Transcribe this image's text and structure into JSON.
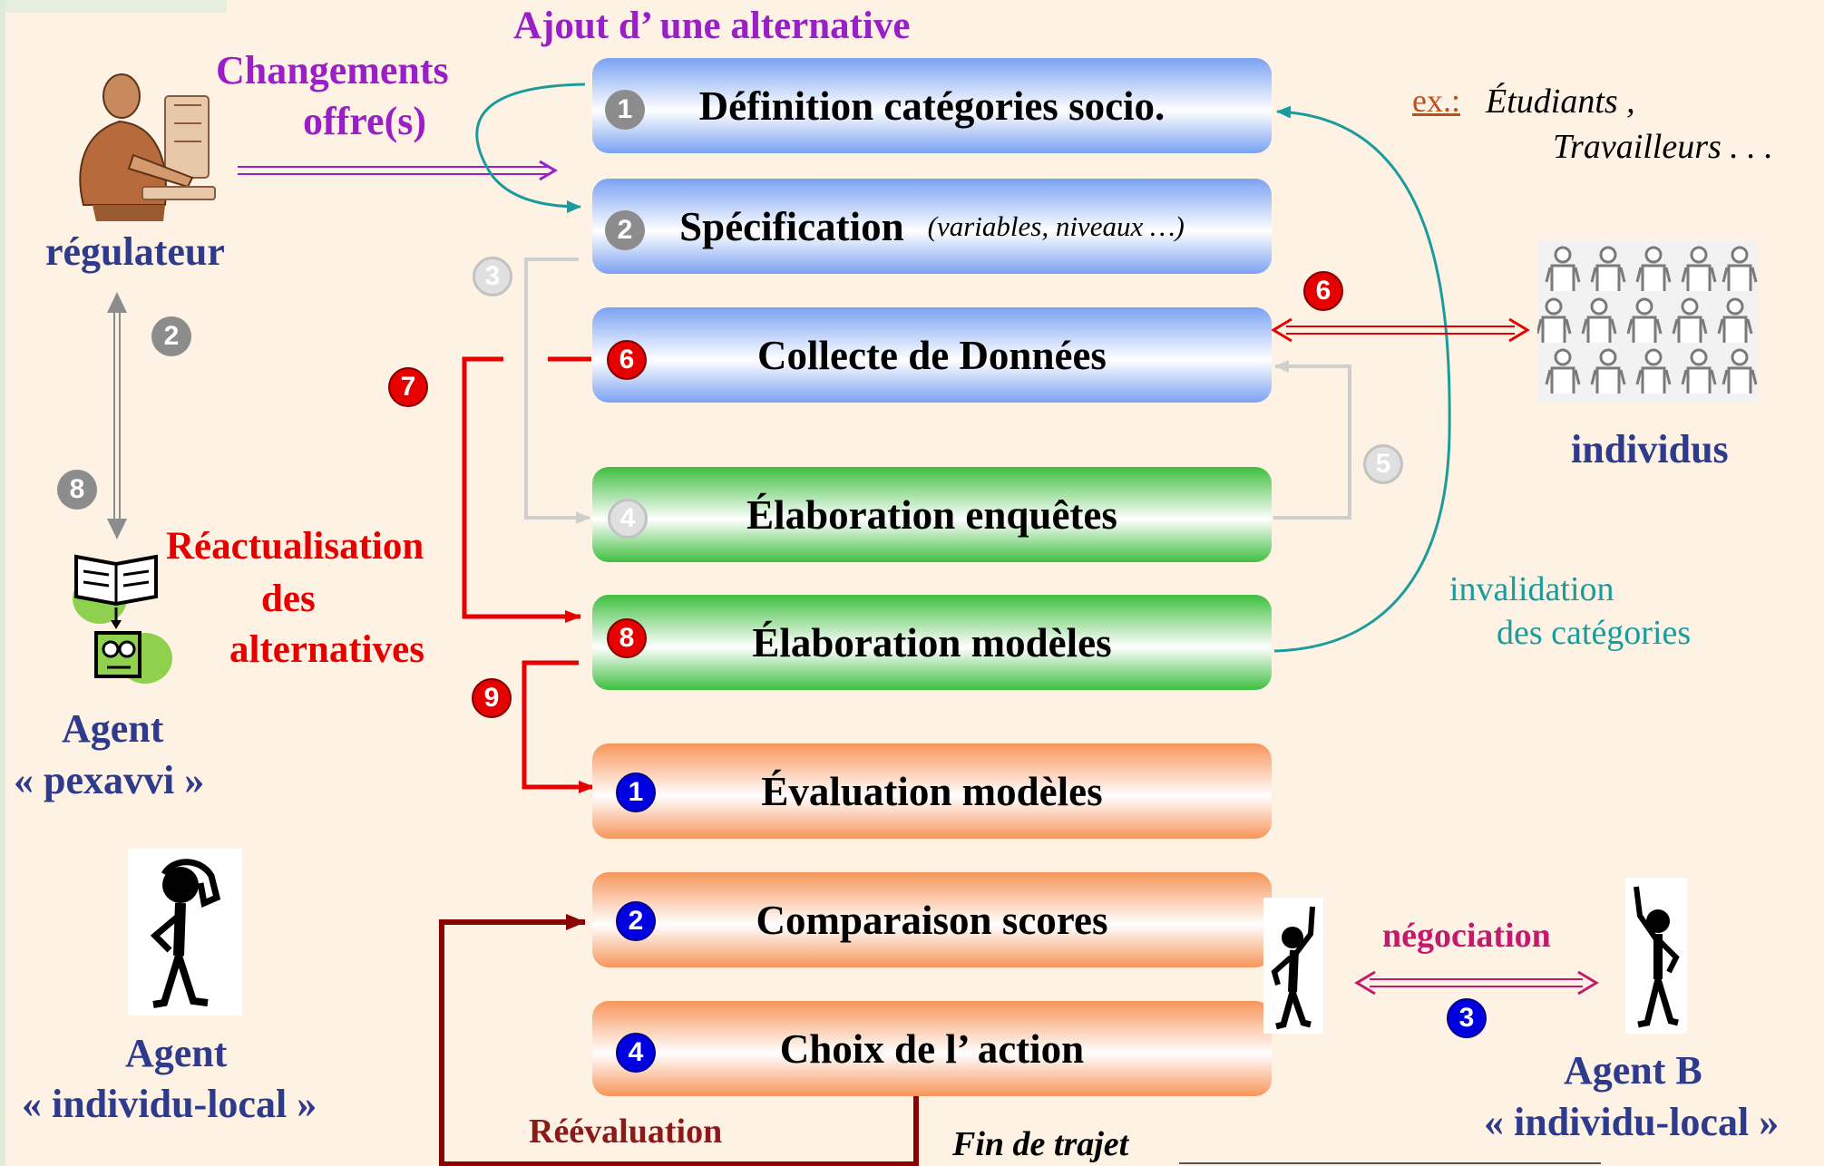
{
  "title": "Ajout d’ une alternative",
  "boxes": [
    {
      "num": "1",
      "label": "Définition catégories socio.",
      "sub": ""
    },
    {
      "num": "2",
      "label": "Spécification",
      "sub": "(variables, niveaux …)"
    },
    {
      "num": "6",
      "label": "Collecte de Données",
      "sub": ""
    },
    {
      "num": "4",
      "label": "Élaboration enquêtes",
      "sub": ""
    },
    {
      "num": "8",
      "label": "Élaboration modèles",
      "sub": ""
    },
    {
      "num": "1",
      "label": "Évaluation modèles",
      "sub": ""
    },
    {
      "num": "2",
      "label": "Comparaison scores",
      "sub": ""
    },
    {
      "num": "4",
      "label": "Choix de l’ action",
      "sub": ""
    }
  ],
  "labels": {
    "changements_line1": "Changements",
    "changements_line2": "offre(s)",
    "regulateur": "régulateur",
    "reactualisation_line1": "Réactualisation",
    "reactualisation_line2": "des",
    "reactualisation_line3": "alternatives",
    "agent_pexavvi_line1": "Agent",
    "agent_pexavvi_line2": "« pexavvi »",
    "agent_local_line1": "Agent",
    "agent_local_line2": "« individu-local »",
    "agent_b_line1": "Agent B",
    "agent_b_line2": "« individu-local »",
    "individus": "individus",
    "ex_prefix": "ex.:",
    "ex_line1": "Étudiants ,",
    "ex_line2": "Travailleurs . . .",
    "invalidation_line1": "invalidation",
    "invalidation_line2": "des catégories",
    "negociation": "négociation",
    "reevaluation": "Réévaluation",
    "fin_trajet": "Fin de trajet"
  },
  "badges": {
    "left_2": "2",
    "left_8": "8",
    "step_3": "3",
    "step_5": "5",
    "step_6_right": "6",
    "step_7": "7",
    "step_9": "9",
    "nego_3": "3"
  },
  "colors": {
    "blue_box": "#7aa2f2",
    "green_box": "#3fbf3f",
    "orange_box": "#f7955a",
    "background": "#fdf2e3",
    "navy_text": "#2e3a8c",
    "purple": "#9b1fc7",
    "red": "#e60000",
    "teal": "#1a9c9c",
    "magenta": "#c41a6e",
    "darkred": "#8b1a1a"
  },
  "icons": [
    "office-worker-icon",
    "book-reader-icon",
    "crowd-icon",
    "thinking-stickman-icon",
    "waving-stickman-icon",
    "waving-stickman-b-icon"
  ]
}
